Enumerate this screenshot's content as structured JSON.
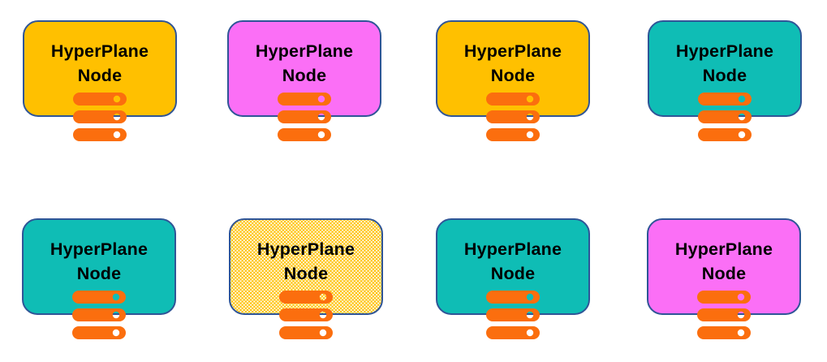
{
  "diagram": {
    "description_title": "HyperPlane Node grid",
    "grid": {
      "rows": 2,
      "cols": 4
    }
  },
  "colors": {
    "amber": "#FFC000",
    "magenta": "#FB6FF6",
    "teal": "#0FBDB5",
    "icon_orange": "#FB6E0E",
    "border": "#2F5597",
    "text": "#000000",
    "page_background": "#FFFFFF",
    "pattern_dot": "#FFFFFF"
  },
  "nodes": [
    {
      "label_line1": "HyperPlane",
      "label_line2": "Node",
      "fill": "amber",
      "pattern": false,
      "row": 0,
      "col": 0
    },
    {
      "label_line1": "HyperPlane",
      "label_line2": "Node",
      "fill": "magenta",
      "pattern": false,
      "row": 0,
      "col": 1
    },
    {
      "label_line1": "HyperPlane",
      "label_line2": "Node",
      "fill": "amber",
      "pattern": false,
      "row": 0,
      "col": 2
    },
    {
      "label_line1": "HyperPlane",
      "label_line2": "Node",
      "fill": "teal",
      "pattern": false,
      "row": 0,
      "col": 3
    },
    {
      "label_line1": "HyperPlane",
      "label_line2": "Node",
      "fill": "teal",
      "pattern": false,
      "row": 1,
      "col": 0
    },
    {
      "label_line1": "HyperPlane",
      "label_line2": "Node",
      "fill": "amber",
      "pattern": true,
      "row": 1,
      "col": 1
    },
    {
      "label_line1": "HyperPlane",
      "label_line2": "Node",
      "fill": "teal",
      "pattern": false,
      "row": 1,
      "col": 2
    },
    {
      "label_line1": "HyperPlane",
      "label_line2": "Node",
      "fill": "magenta",
      "pattern": false,
      "row": 1,
      "col": 3
    }
  ],
  "icon": {
    "name": "server-stack-icon",
    "bars": 3
  }
}
